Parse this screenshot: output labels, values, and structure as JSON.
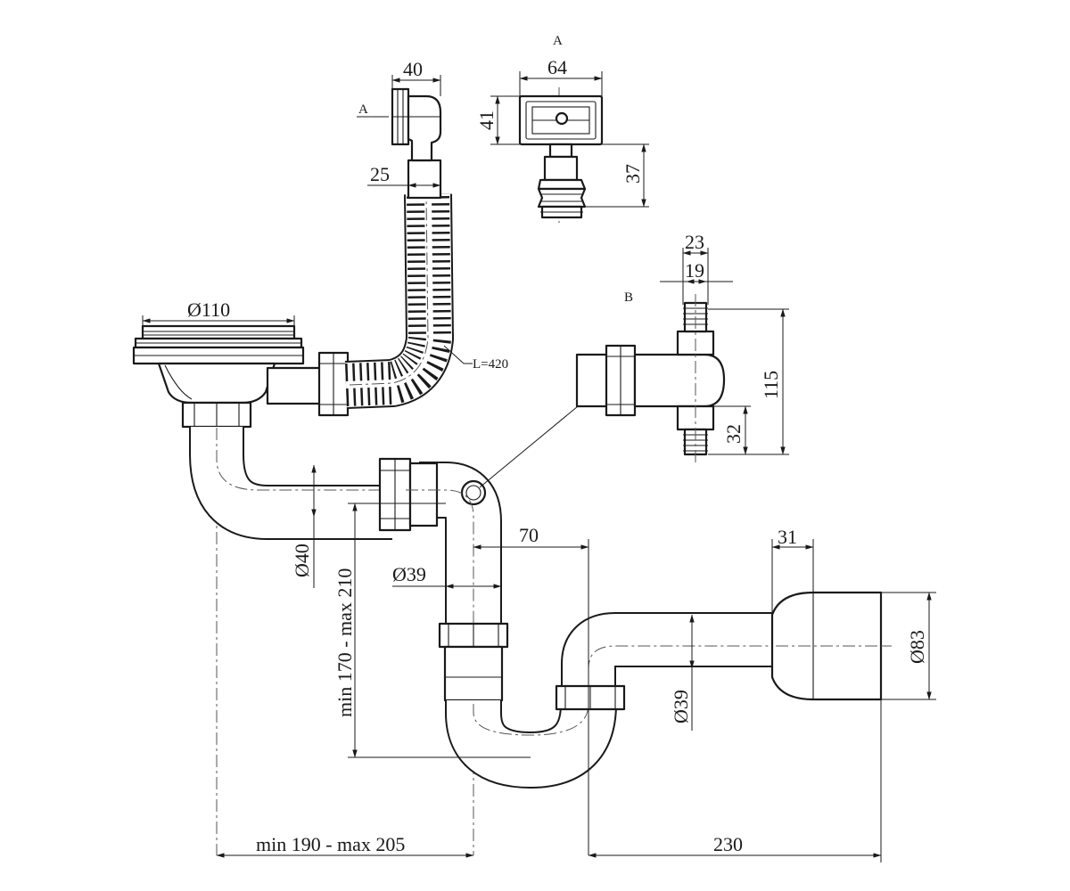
{
  "labels": {
    "view_a_letter": "A",
    "view_a_marker": "A",
    "view_b_letter": "B",
    "hose_width": "40",
    "hose_neck": "25",
    "hose_length": "L=420",
    "head_width": "64",
    "head_height": "41",
    "head_stem": "37",
    "tee_outer": "23",
    "tee_inner": "19",
    "tee_height": "115",
    "tee_lower": "32",
    "strainer_diameter": "Ø110",
    "pipe_diameter_40": "Ø40",
    "pipe_diameter_39": "Ø39",
    "height_range": "min 170 - max 210",
    "offset_70": "70",
    "outlet_31": "31",
    "outlet_diameter": "Ø83",
    "outlet_pipe_diameter": "Ø39",
    "width_range": "min 190 - max 205",
    "outlet_length": "230"
  }
}
